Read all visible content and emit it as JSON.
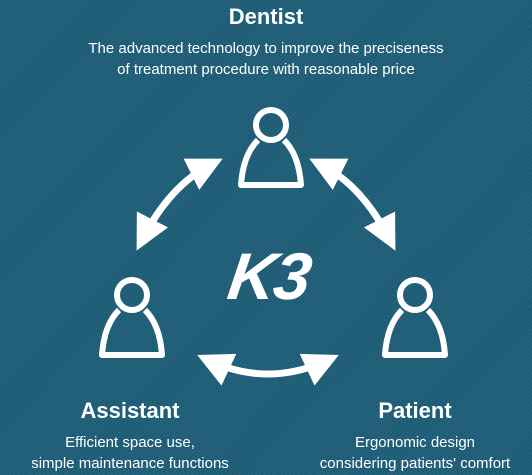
{
  "diagram": {
    "center_label": "K3",
    "accent_color": "#ffffff",
    "background_color": "#1f5f7a",
    "nodes": [
      {
        "id": "dentist",
        "title": "Dentist",
        "description_lines": [
          "The advanced technology to improve the preciseness",
          "of treatment procedure with reasonable price"
        ],
        "icon": "person-icon"
      },
      {
        "id": "assistant",
        "title": "Assistant",
        "description_lines": [
          "Efficient space use,",
          "simple maintenance functions"
        ],
        "icon": "person-icon"
      },
      {
        "id": "patient",
        "title": "Patient",
        "description_lines": [
          "Ergonomic design",
          "considering patients' comfort"
        ],
        "icon": "person-icon"
      }
    ],
    "connections": [
      {
        "from": "dentist",
        "to": "assistant",
        "style": "double-arrow"
      },
      {
        "from": "dentist",
        "to": "patient",
        "style": "double-arrow"
      },
      {
        "from": "assistant",
        "to": "patient",
        "style": "double-arrow"
      }
    ]
  }
}
